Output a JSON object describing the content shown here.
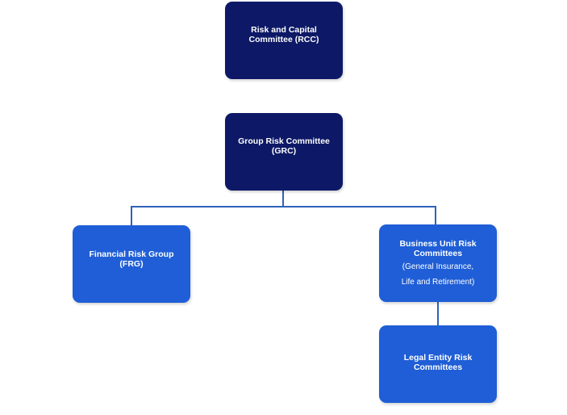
{
  "diagram": {
    "nodes": {
      "rcc": {
        "title": "Risk and Capital\nCommittee (RCC)"
      },
      "grc": {
        "title": "Group Risk Committee\n(GRC)"
      },
      "frg": {
        "title": "Financial Risk Group\n(FRG)"
      },
      "bu": {
        "title": "Business Unit Risk\nCommittees",
        "subtitle": "(General Insurance,\nLife and Retirement)"
      },
      "le": {
        "title": "Legal Entity Risk\nCommittees"
      }
    },
    "edges": [
      {
        "from": "grc",
        "to": "frg"
      },
      {
        "from": "grc",
        "to": "bu"
      },
      {
        "from": "bu",
        "to": "le"
      }
    ]
  },
  "colors": {
    "dark_node": "#0d1966",
    "bright_node": "#1f5ed6",
    "connector": "#2f62b8",
    "text": "#ffffff"
  }
}
